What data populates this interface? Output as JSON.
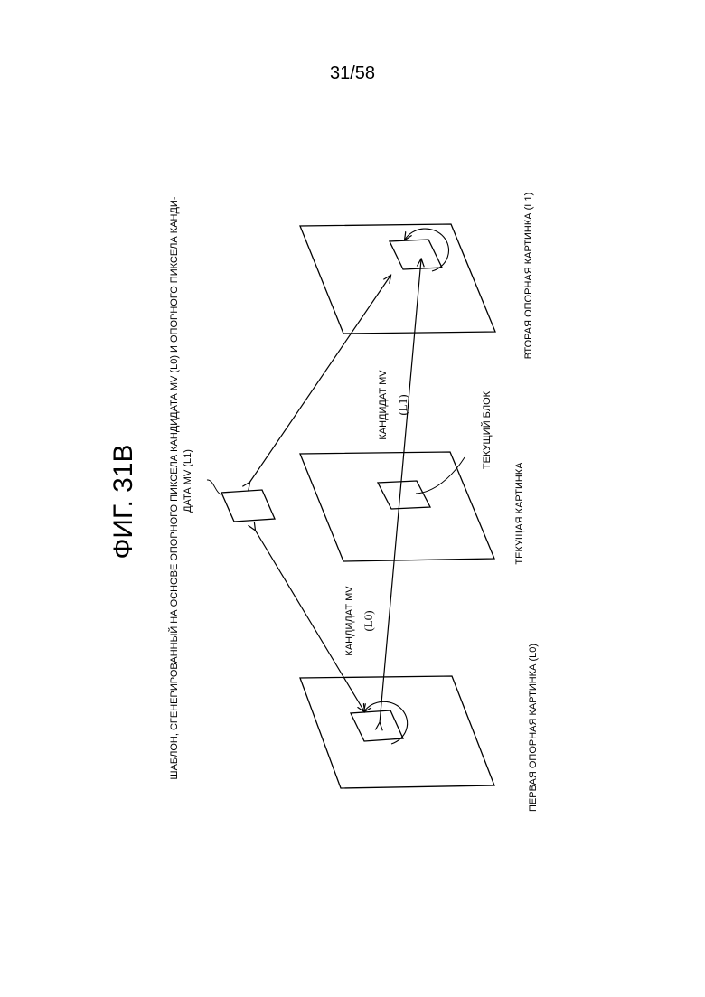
{
  "page": {
    "number": "31/58"
  },
  "figure": {
    "title": "ФИГ. 31B",
    "template_caption_line1": "ШАБЛОН, СГЕНЕРИРОВАННЫЙ НА ОСНОВЕ ОПОРНОГО ПИКСЕЛА КАНДИДАТА MV (L0) И ОПОРНОГО ПИКСЕЛА КАНДИ-",
    "template_caption_line2": "ДАТА MV (L1)",
    "candidate_mv_l0": "КАНДИДАТ MV",
    "candidate_mv_l0_suffix": "(L0)",
    "candidate_mv_l1": "КАНДИДАТ MV",
    "candidate_mv_l1_suffix": "(L1)",
    "current_block": "ТЕКУЩИЙ БЛОК",
    "current_picture": "ТЕКУЩАЯ КАРТИНКА",
    "first_reference": "ПЕРВАЯ ОПОРНАЯ КАРТИНКА (L0)",
    "second_reference": "ВТОРАЯ ОПОРНАЯ КАРТИНКА (L1)"
  },
  "colors": {
    "line": "#000000",
    "background": "#ffffff"
  }
}
